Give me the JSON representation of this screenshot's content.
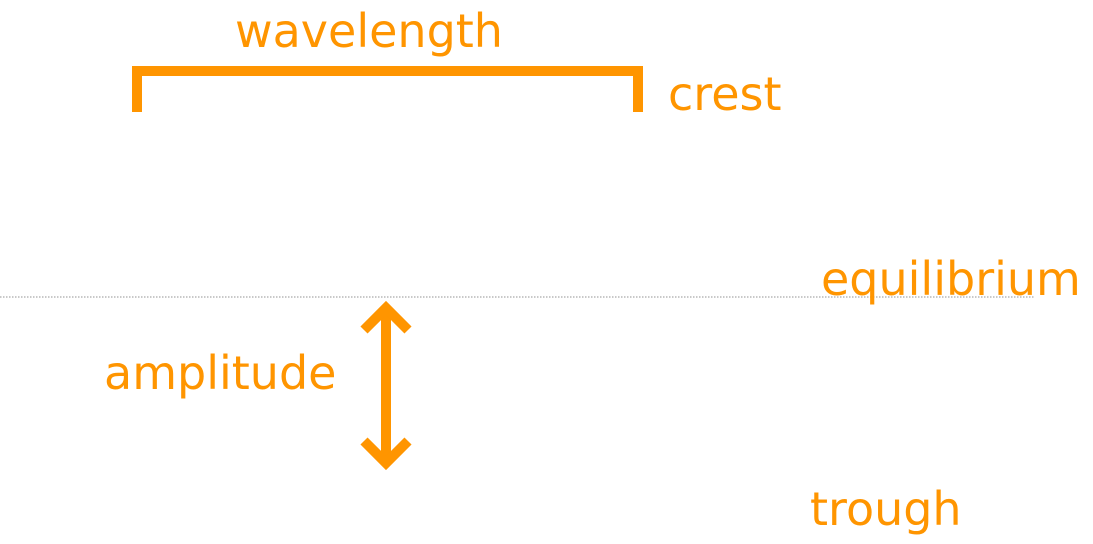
{
  "diagram": {
    "accent_color": "#ff9500",
    "equilibrium_line_color": "#a9a9a9",
    "labels": {
      "wavelength": "wavelength",
      "crest": "crest",
      "equilibrium": "equilibrium",
      "amplitude": "amplitude",
      "trough": "trough"
    },
    "icons": {
      "wavelength_marker": "bracket",
      "amplitude_marker": "double-headed-arrow"
    }
  }
}
